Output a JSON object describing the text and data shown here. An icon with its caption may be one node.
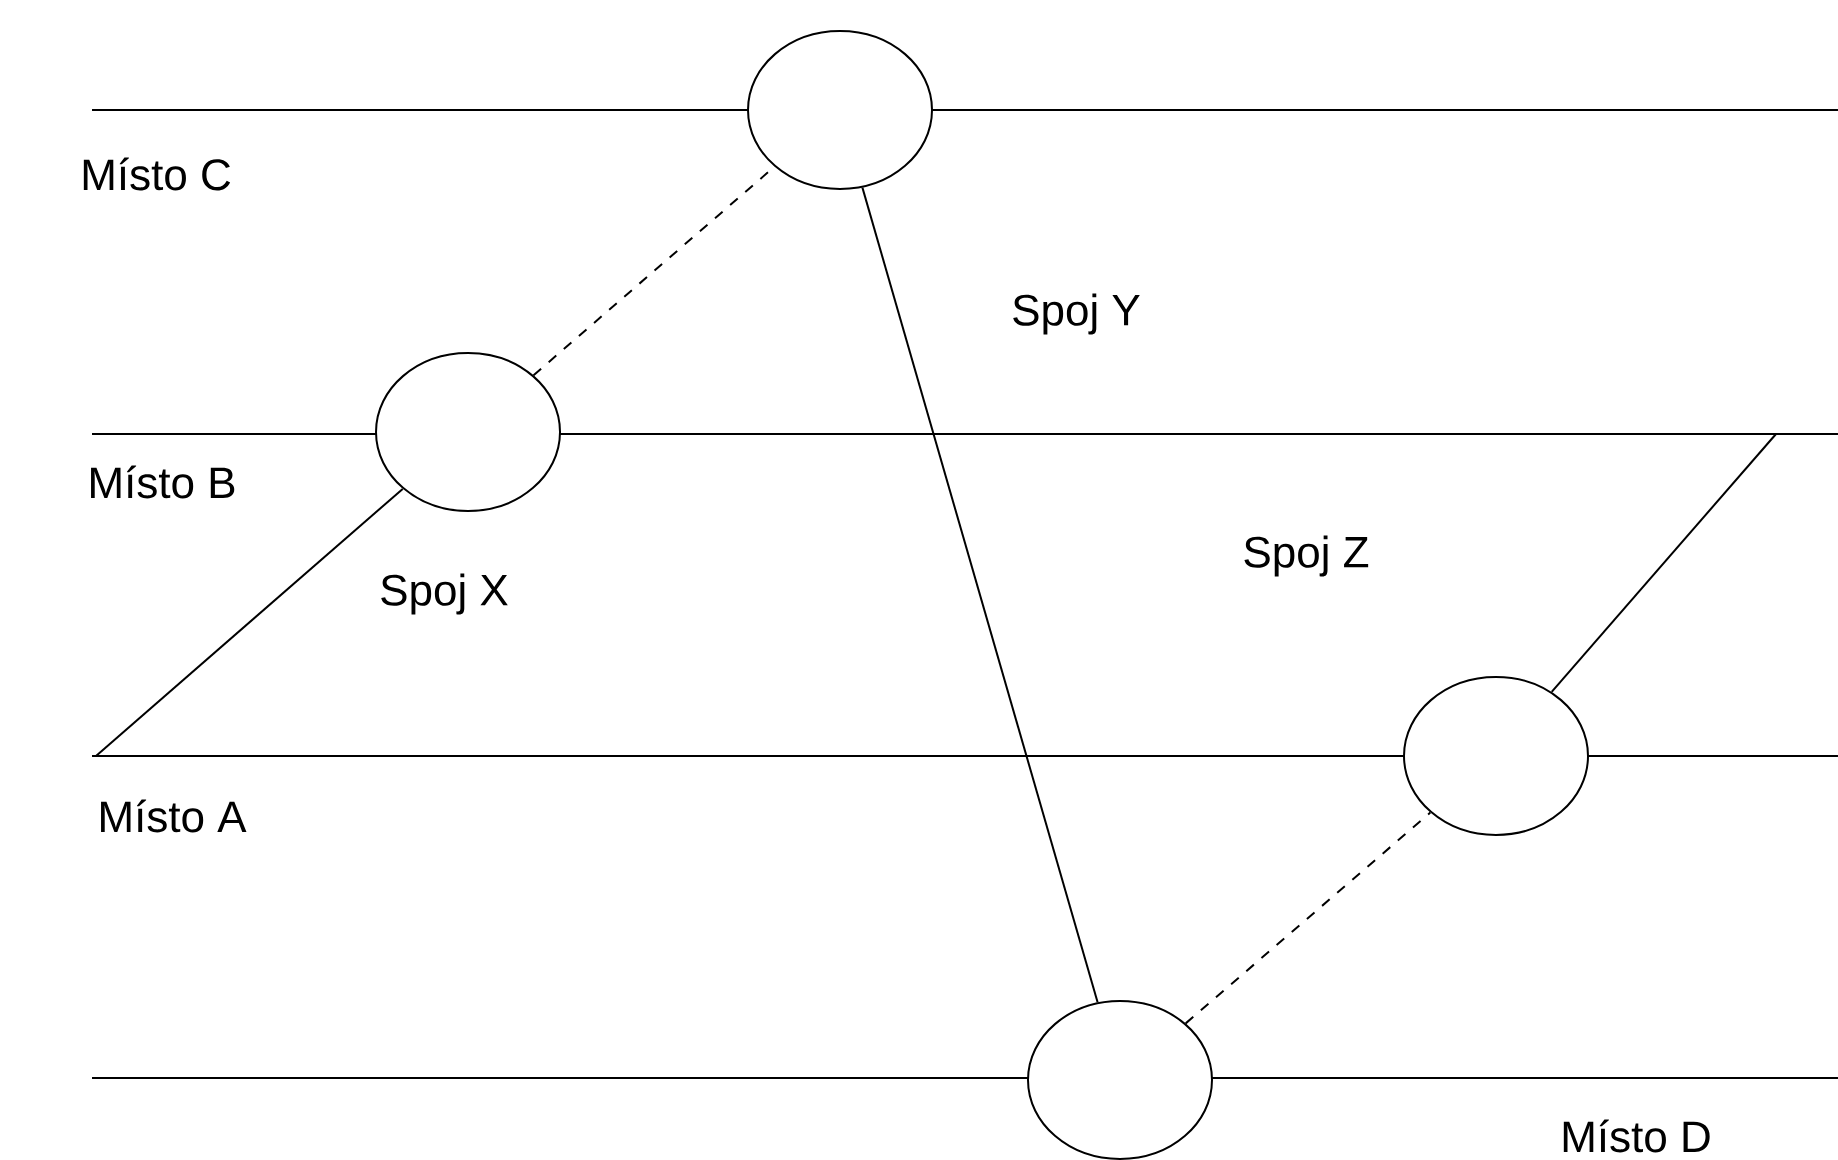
{
  "diagram": {
    "nodes": [
      {
        "text": [],
        "shape": "circle"
      },
      {
        "text": [],
        "shape": "circle"
      },
      {
        "text": [],
        "shape": "circle"
      },
      {
        "text": [],
        "shape": "circle"
      }
    ],
    "edges": [
      {
        "from": null,
        "to": 1,
        "arrow": "none",
        "label": "Spoj X"
      },
      {
        "from": 1,
        "to": 0,
        "arrow": "none",
        "style": "dashed"
      },
      {
        "from": 0,
        "to": 3,
        "arrow": "none",
        "label": "Spoj Y"
      },
      {
        "from": 3,
        "to": 2,
        "arrow": "none",
        "style": "dashed"
      },
      {
        "from": 2,
        "to": null,
        "arrow": "none",
        "label": "Spoj Z"
      }
    ],
    "labels": [
      "Místo C",
      "Místo B",
      "Místo A",
      "Místo D"
    ]
  }
}
